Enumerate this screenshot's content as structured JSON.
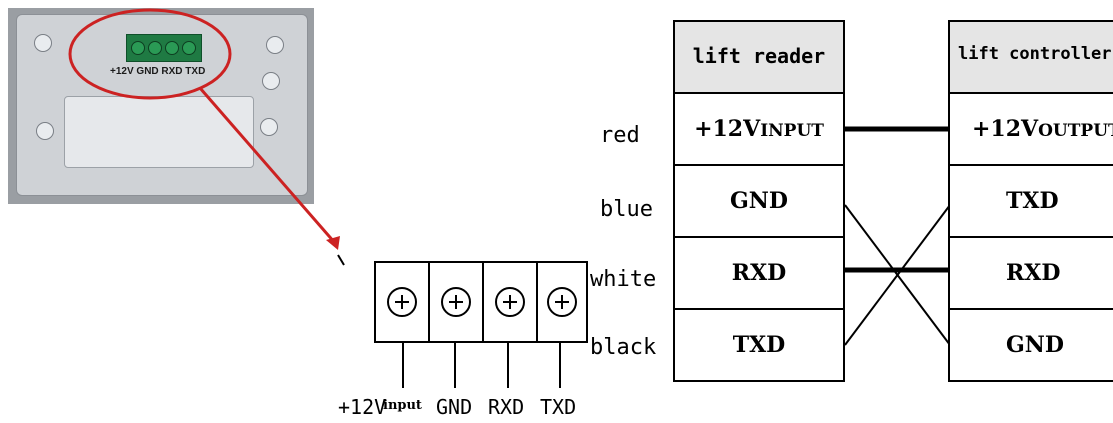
{
  "photo": {
    "label": "+12V GND RXD TXD"
  },
  "terminal": {
    "labels": [
      "+12V",
      "input",
      "GND",
      "RXD",
      "TXD"
    ]
  },
  "wires": [
    "red",
    "blue",
    "white",
    "black"
  ],
  "reader": {
    "header": "lift reader",
    "rows": [
      {
        "main": "+12V",
        "sub": "INPUT"
      },
      {
        "main": "GND",
        "sub": ""
      },
      {
        "main": "RXD",
        "sub": ""
      },
      {
        "main": "TXD",
        "sub": ""
      }
    ]
  },
  "controller": {
    "header": "lift controller",
    "rows": [
      {
        "main": "+12V",
        "sub": "OUTPUT"
      },
      {
        "main": "TXD",
        "sub": ""
      },
      {
        "main": "RXD",
        "sub": ""
      },
      {
        "main": "GND",
        "sub": ""
      }
    ]
  },
  "colors": {
    "highlight": "#cc2222",
    "line": "#000000"
  }
}
